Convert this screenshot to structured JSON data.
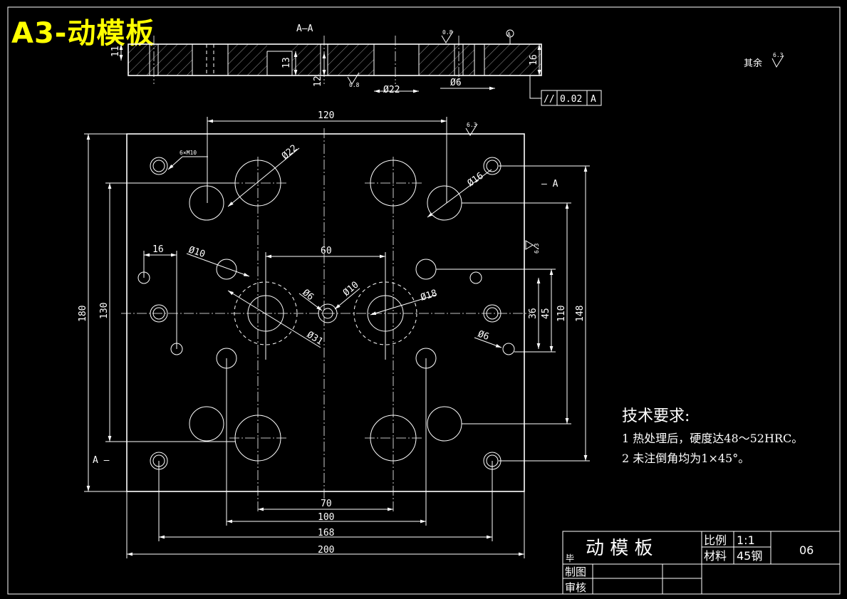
{
  "sheet": {
    "heading": "A3-动模板",
    "section_label": "A—A",
    "section_mark_right": "— A",
    "section_mark_left": "A —",
    "rest_surface_label": "其余",
    "roughness_value": "6.3",
    "roughness_value_2": "0.8",
    "datum_label": "A",
    "tolerance_symbol": "//",
    "tolerance_value": "0.02",
    "tolerance_datum": "A"
  },
  "section_dimensions": {
    "d11": "11",
    "d13": "13",
    "d12": "12",
    "d16": "16",
    "phi22": "Ø22",
    "phi6": "Ø6"
  },
  "plan_dimensions": {
    "w120": "120",
    "phi22": "Ø22",
    "thread": "6×M10",
    "phi16": "Ø16",
    "d16": "16",
    "phi10_left": "Ø10",
    "w60": "60",
    "phi6_center": "Ø6",
    "phi10_center": "Ø10",
    "phi18": "Ø18",
    "phi31": "Ø31",
    "phi6_right": "Ø6",
    "h36": "36",
    "h45": "45",
    "h110": "110",
    "h148": "148",
    "h180": "180",
    "h130": "130",
    "w70": "70",
    "w100": "100",
    "w168": "168",
    "w200": "200"
  },
  "requirements": {
    "title": "技术要求:",
    "line1": "1 热处理后，硬度达48～52HRC。",
    "line2": "2 未注倒角均为1×45°。"
  },
  "title_block": {
    "part_name": "动 模 板",
    "scale_label": "比例",
    "scale_value": "1:1",
    "material_label": "材料",
    "material_value": "45钢",
    "drawing_no": "06",
    "drawn_label": "制图",
    "checked_label": "审核",
    "side_label": "毕"
  }
}
